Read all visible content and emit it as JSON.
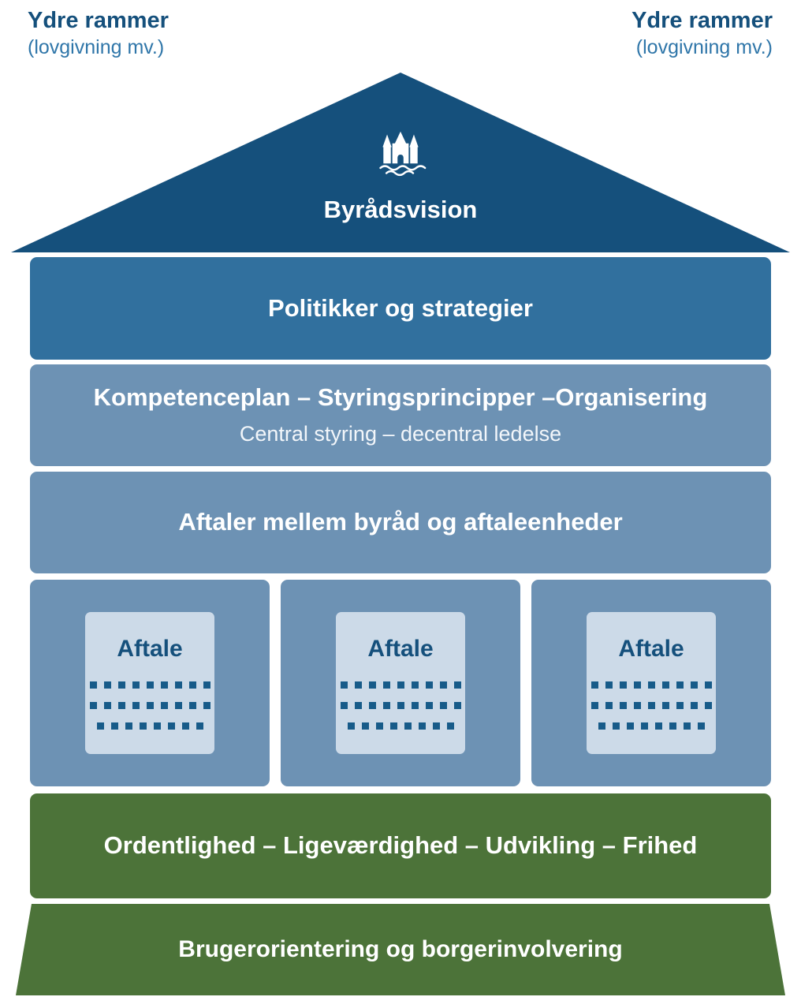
{
  "palette": {
    "dark_blue": "#15507c",
    "medium_blue": "#31709e",
    "steel_blue": "#6d92b4",
    "light_card": "#ccdae8",
    "dot_blue": "#175b89",
    "green": "#4c7339",
    "subtitle_blue": "#2f76a9",
    "white": "#ffffff"
  },
  "corners": {
    "left": {
      "title": "Ydre rammer",
      "subtitle": "(lovgivning mv.)"
    },
    "right": {
      "title": "Ydre rammer",
      "subtitle": "(lovgivning mv.)"
    }
  },
  "roof": {
    "icon": "castle-icon",
    "label": "Byrådsvision"
  },
  "bars": [
    {
      "label": "Politikker og strategier"
    },
    {
      "label": "Kompetenceplan – Styringsprincipper –Organisering",
      "sublabel": "Central styring – decentral ledelse"
    },
    {
      "label": "Aftaler mellem byråd og aftaleenheder"
    }
  ],
  "agreements": {
    "dot_rows_per_card": 3,
    "items": [
      {
        "label": "Aftale"
      },
      {
        "label": "Aftale"
      },
      {
        "label": "Aftale"
      }
    ]
  },
  "values_bar": {
    "label": "Ordentlighed – Ligeværdighed – Udvikling – Frihed"
  },
  "base": {
    "label": "Brugerorientering og borgerinvolvering"
  }
}
